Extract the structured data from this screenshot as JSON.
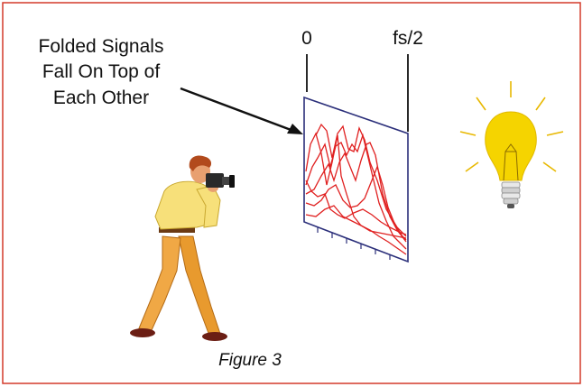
{
  "annotation": {
    "lines": [
      "Folded Signals",
      "Fall On Top of",
      "Each Other"
    ]
  },
  "spectrum": {
    "left_label": "0",
    "right_label": "fs/2"
  },
  "caption": "Figure 3",
  "colors": {
    "frame_border": "#d43a2a",
    "panel_border": "#2b2f7a",
    "signal_trace": "#e02020",
    "pointer_arrow": "#111111",
    "bulb_glow": "#f5d400",
    "bulb_rays": "#e8b800",
    "shirt": "#f7e07a",
    "pants": "#e89a2e",
    "hair": "#b24a1c",
    "camera": "#2a2a2a"
  },
  "icons": {
    "photographer": "photographer-icon",
    "light_bulb": "light-bulb-icon"
  }
}
